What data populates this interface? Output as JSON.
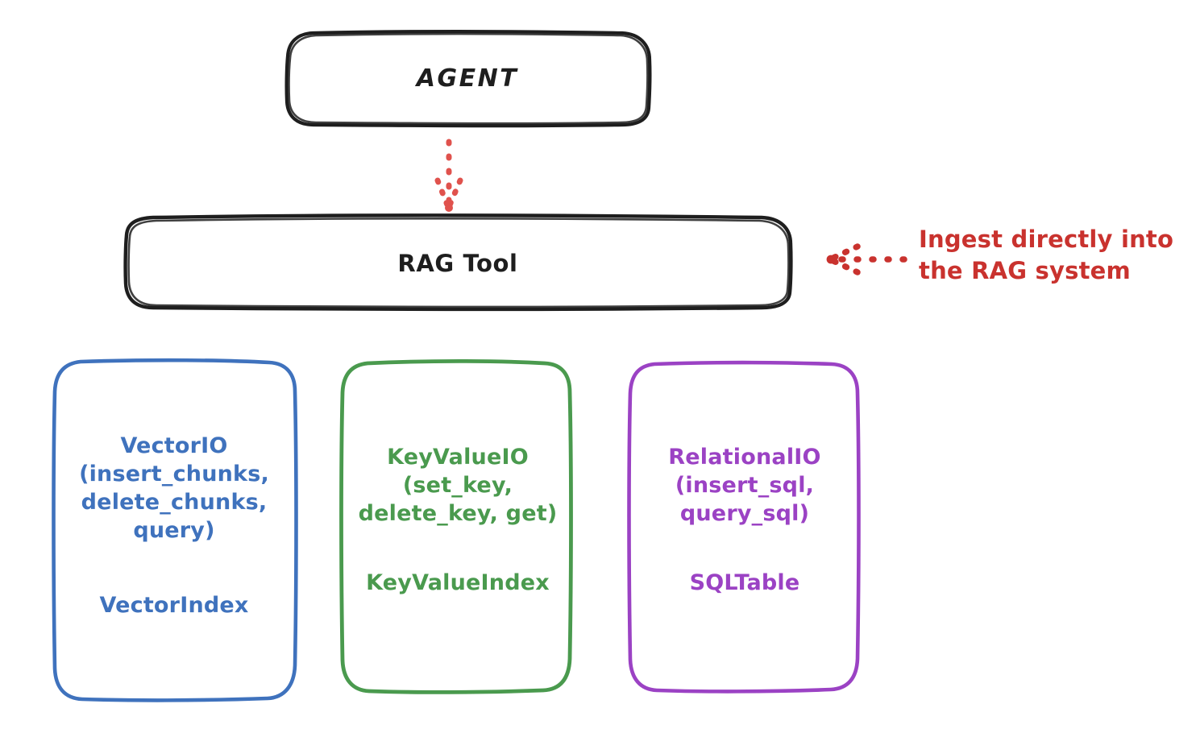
{
  "diagram": {
    "type": "flow-diagram",
    "style": "hand-drawn",
    "background": "#ffffff",
    "nodes": {
      "agent": {
        "label": "AGENT",
        "stroke": "#1e1e1e",
        "fill": "#ffffff"
      },
      "rag_tool": {
        "label": "RAG Tool",
        "stroke": "#1e1e1e",
        "fill": "#ffffff"
      },
      "vector": {
        "api": "VectorIO\n(insert_chunks,\ndelete_chunks,\nquery)",
        "index": "VectorIndex",
        "stroke": "#3f72bd",
        "fill": "#ffffff"
      },
      "keyvalue": {
        "api": "KeyValueIO\n(set_key,\ndelete_key, get)",
        "index": "KeyValueIndex",
        "stroke": "#4a9a4e",
        "fill": "#ffffff"
      },
      "relational": {
        "api": "RelationalIO\n(insert_sql,\nquery_sql)",
        "index": "SQLTable",
        "stroke": "#9b42c4",
        "fill": "#ffffff"
      }
    },
    "annotations": {
      "ingest": {
        "text": "Ingest directly into\nthe RAG system",
        "color": "#c9322e"
      }
    },
    "connectors": {
      "agent_to_rag": {
        "style": "dotted",
        "color": "#e0524d",
        "arrowhead": "down"
      },
      "ingest_to_rag": {
        "style": "dotted",
        "color": "#c9322e",
        "arrowhead": "left"
      }
    }
  }
}
